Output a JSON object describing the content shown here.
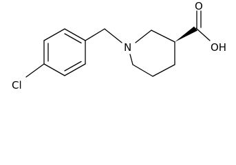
{
  "molecule": {
    "atom_labels": {
      "nitrogen": "N",
      "chlorine": "Cl",
      "hydroxyl": "OH",
      "carbonyl_oxygen": "O"
    }
  },
  "colors": {
    "bond": "#000000",
    "text": "#000000",
    "background": "#ffffff"
  }
}
